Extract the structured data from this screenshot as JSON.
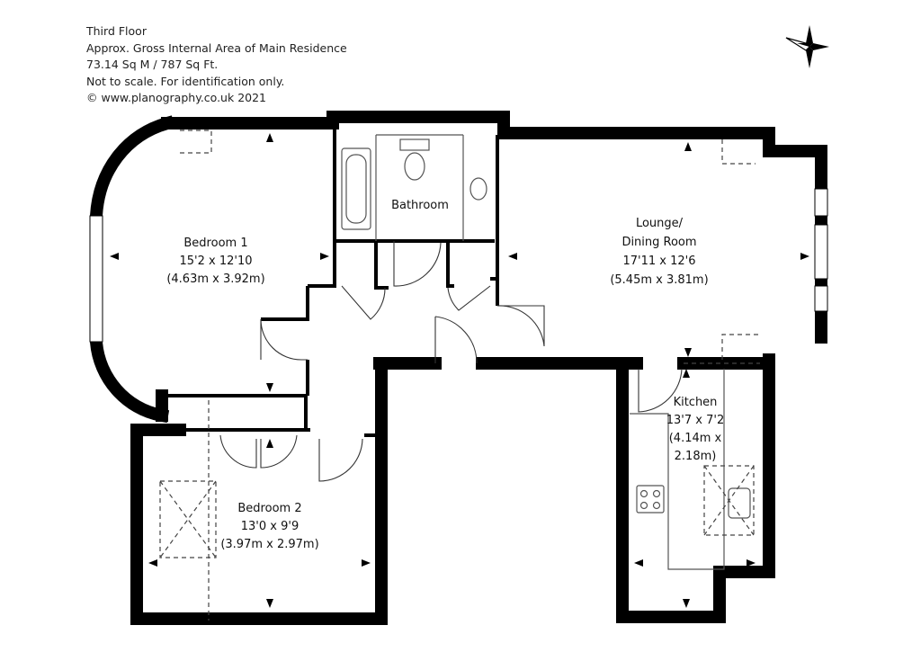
{
  "header": {
    "floor": "Third Floor",
    "area_title": "Approx. Gross Internal Area of Main Residence",
    "area_value": "73.14 Sq M / 787 Sq Ft.",
    "disclaimer": "Not to scale. For identification only.",
    "copyright": "© www.planography.co.uk 2021"
  },
  "rooms": {
    "bedroom1": {
      "name": "Bedroom 1",
      "imperial": "15'2 x 12'10",
      "metric": "(4.63m x 3.92m)"
    },
    "bathroom": {
      "name": "Bathroom"
    },
    "lounge": {
      "name1": "Lounge/",
      "name2": "Dining Room",
      "imperial": "17'11 x 12'6",
      "metric": "(5.45m x 3.81m)"
    },
    "kitchen": {
      "name": "Kitchen",
      "imperial": "13'7 x 7'2",
      "metric1": "(4.14m x",
      "metric2": "2.18m)"
    },
    "bedroom2": {
      "name": "Bedroom 2",
      "imperial": "13'0 x 9'9",
      "metric": "(3.97m x 2.97m)"
    }
  },
  "icons": {
    "compass": "compass-rose-icon"
  }
}
